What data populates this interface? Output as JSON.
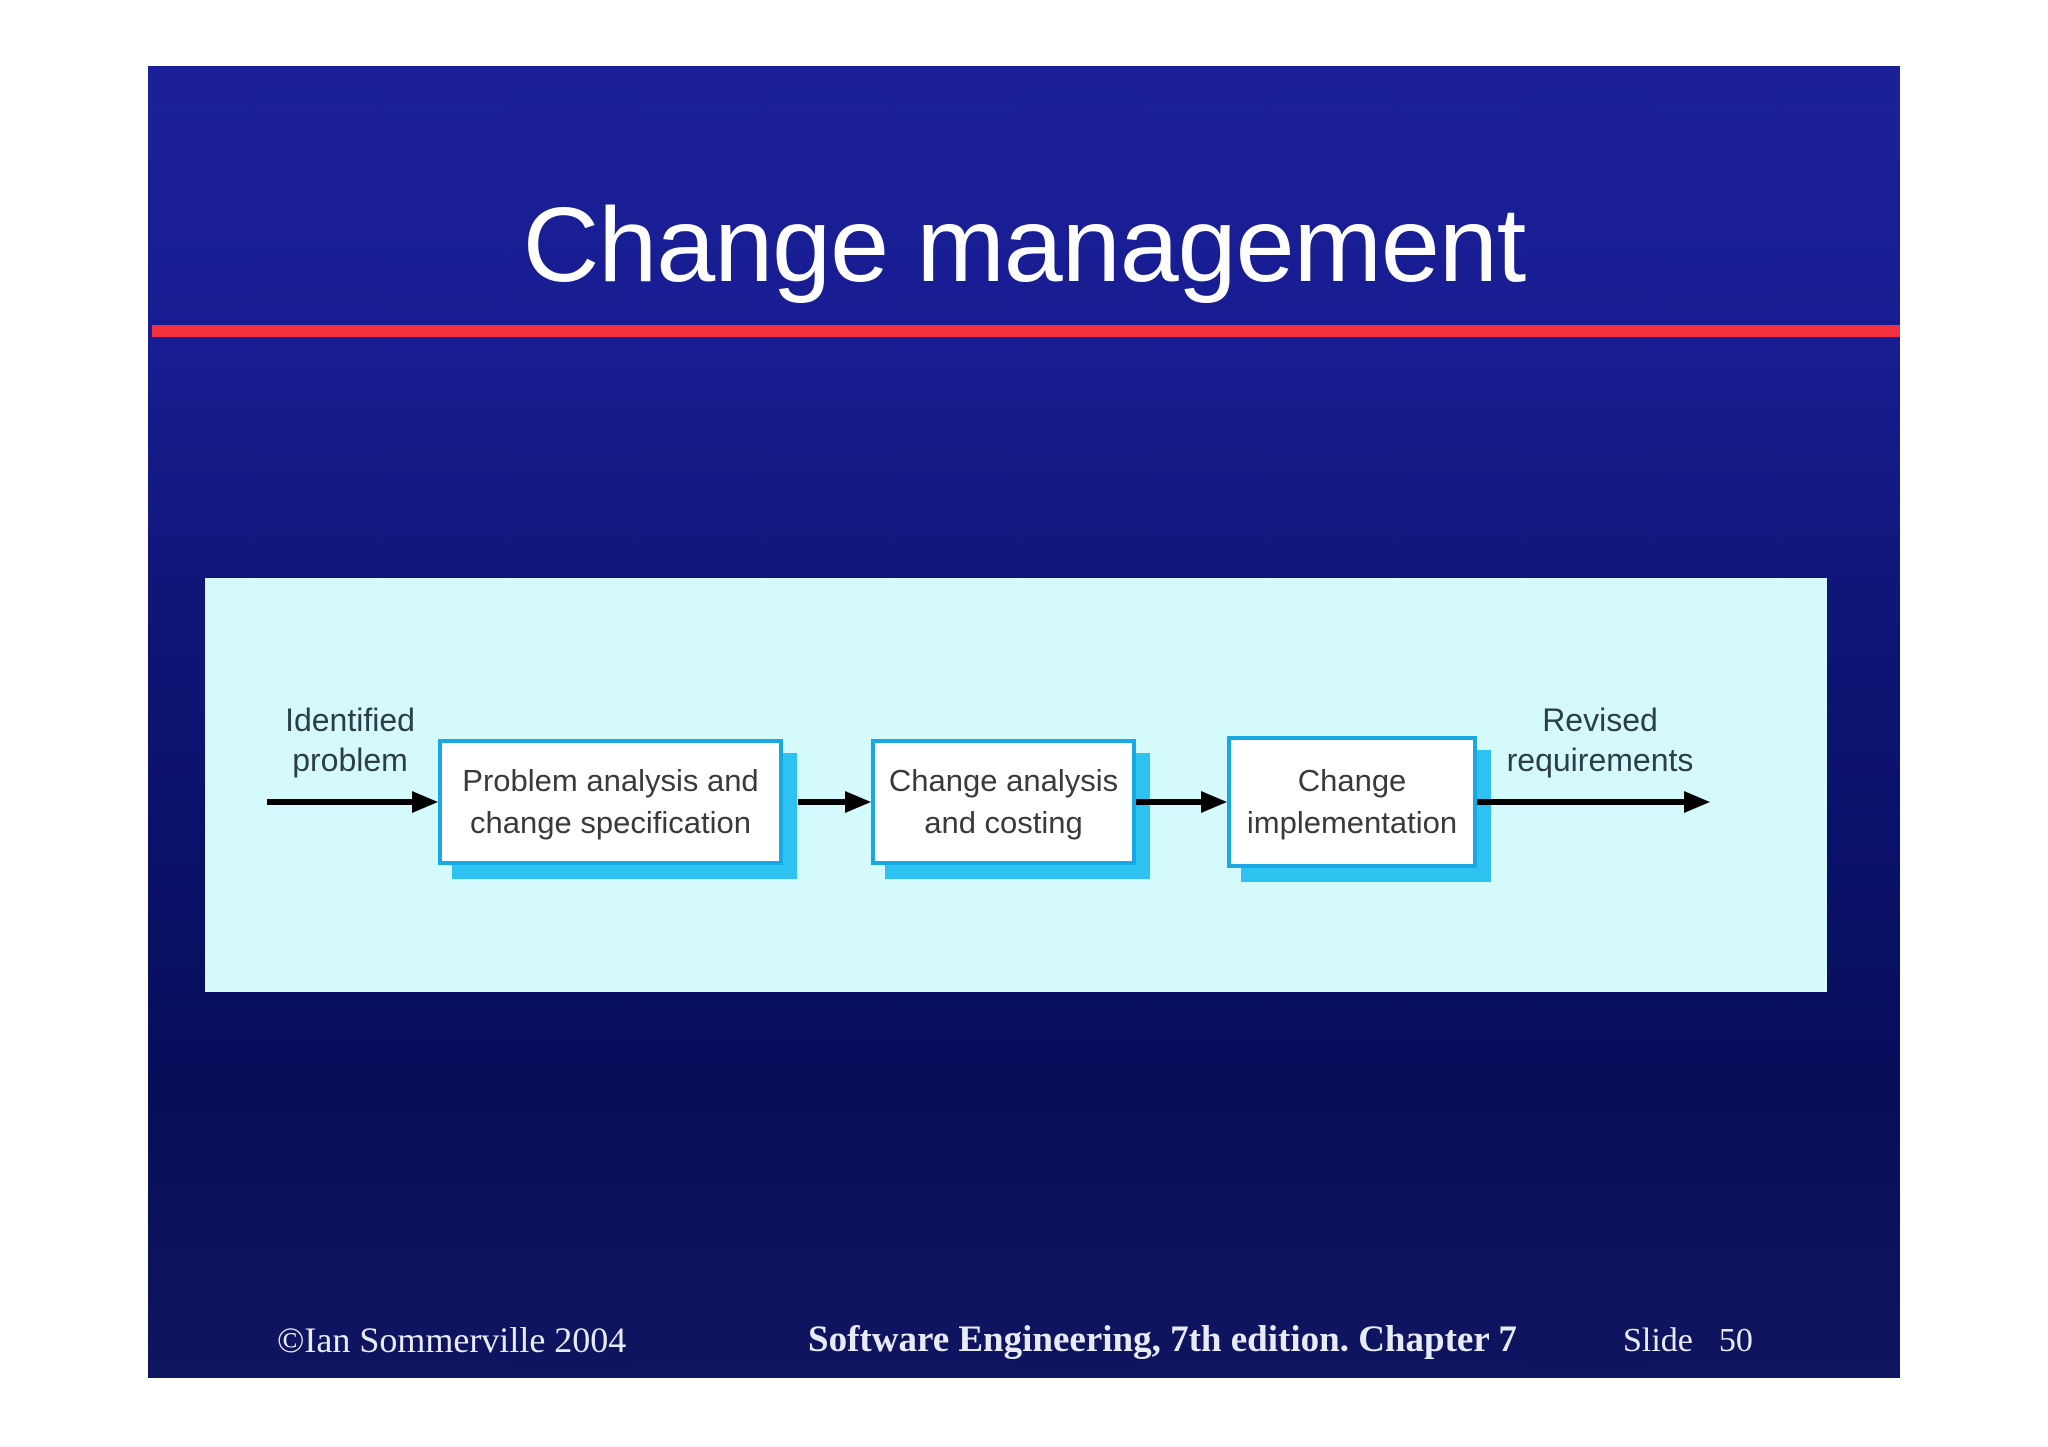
{
  "slide": {
    "title": "Change management"
  },
  "diagram": {
    "input_label": {
      "line1": "Identified",
      "line2": "problem"
    },
    "output_label": {
      "line1": "Revised",
      "line2": "requirements"
    },
    "boxes": [
      {
        "line1": "Problem analysis and",
        "line2": "change specification"
      },
      {
        "line1": "Change analysis",
        "line2": "and costing"
      },
      {
        "line1": "Change",
        "line2": "implementation"
      }
    ]
  },
  "footer": {
    "copyright": "©Ian Sommerville 2004",
    "book": "Software Engineering, 7th edition. Chapter 7",
    "slide_label": "Slide",
    "slide_number": "50"
  },
  "colors": {
    "slide_blue_top": "#1b2098",
    "slide_blue_bottom": "#101560",
    "accent_red": "#f2303e",
    "panel_cyan": "#d5fafb",
    "box_border_blue": "#18a9e4",
    "box_shadow_cyan": "#2ec2f0",
    "diagram_text": "#3a3a3a",
    "label_text": "#2c3e48",
    "arrow_black": "#000000",
    "title_white": "#ffffff"
  }
}
